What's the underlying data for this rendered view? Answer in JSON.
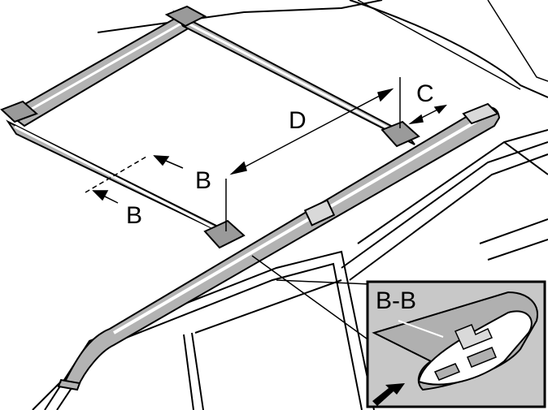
{
  "labels": {
    "section_top": "B",
    "section_bottom": "B",
    "dimension_c": "C",
    "dimension_d": "D",
    "detail_title": "B-B"
  },
  "colors": {
    "line": "#000000",
    "rail_fill": "#b3b3b3",
    "rail_light": "#d9d9d9",
    "detail_bg": "#c8c8c8",
    "paper": "#ffffff"
  }
}
